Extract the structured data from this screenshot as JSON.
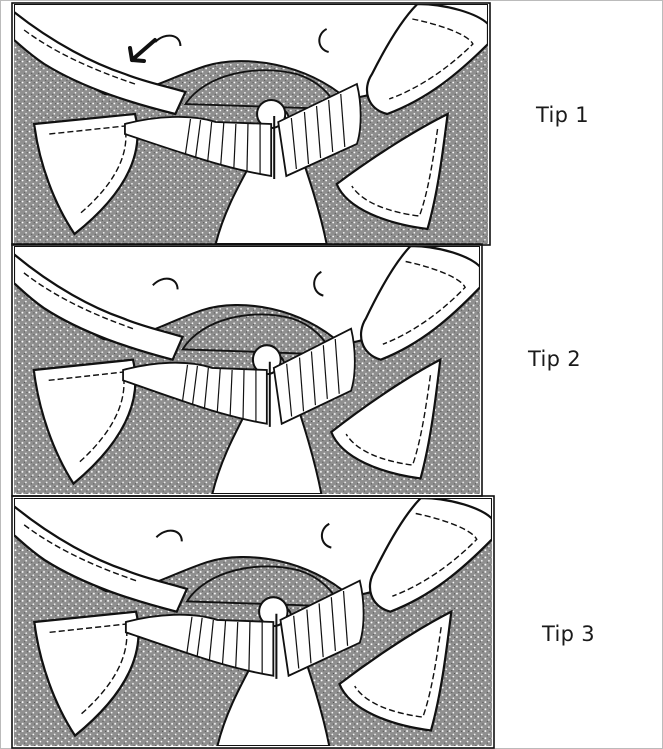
{
  "figure": {
    "panels": [
      {
        "label": "Tip 1"
      },
      {
        "label": "Tip 2"
      },
      {
        "label": "Tip 3"
      }
    ]
  }
}
